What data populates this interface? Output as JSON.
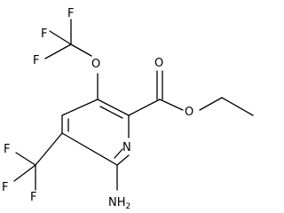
{
  "atoms": {
    "o_ether": "O",
    "o_carbonyl": "O",
    "o_ester": "O",
    "n_ring": "N",
    "nh2_main": "NH",
    "nh2_sub": "2",
    "f_top_left": "F",
    "f_top_mid": "F",
    "f_top_right": "F",
    "f_bot_top": "F",
    "f_bot_left": "F",
    "f_bot_bottom": "F"
  }
}
